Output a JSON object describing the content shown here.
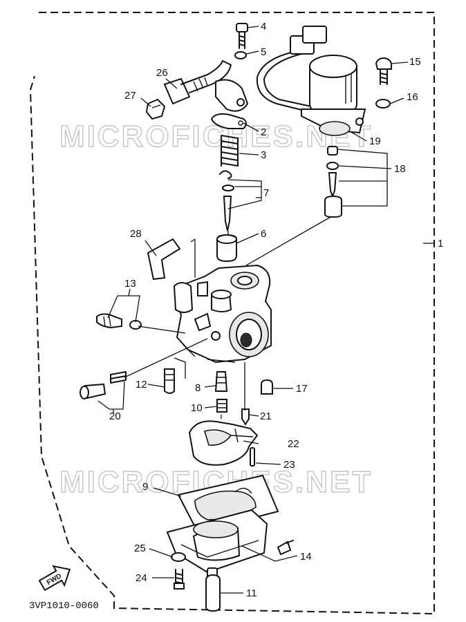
{
  "watermark": {
    "text": "MICROFICHES.NET"
  },
  "diagram_code": "3VP1010-0060",
  "fwd_label": "FWD",
  "callouts": [
    {
      "id": "1",
      "label": "1"
    },
    {
      "id": "2",
      "label": "2"
    },
    {
      "id": "3",
      "label": "3"
    },
    {
      "id": "4",
      "label": "4"
    },
    {
      "id": "5",
      "label": "5"
    },
    {
      "id": "6",
      "label": "6"
    },
    {
      "id": "7",
      "label": "7"
    },
    {
      "id": "8",
      "label": "8"
    },
    {
      "id": "9",
      "label": "9"
    },
    {
      "id": "10",
      "label": "10"
    },
    {
      "id": "11",
      "label": "11"
    },
    {
      "id": "12",
      "label": "12"
    },
    {
      "id": "13",
      "label": "13"
    },
    {
      "id": "14",
      "label": "14"
    },
    {
      "id": "15",
      "label": "15"
    },
    {
      "id": "16",
      "label": "16"
    },
    {
      "id": "17",
      "label": "17"
    },
    {
      "id": "18",
      "label": "18"
    },
    {
      "id": "19",
      "label": "19"
    },
    {
      "id": "20",
      "label": "20"
    },
    {
      "id": "21",
      "label": "21"
    },
    {
      "id": "22",
      "label": "22"
    },
    {
      "id": "23",
      "label": "23"
    },
    {
      "id": "24",
      "label": "24"
    },
    {
      "id": "25",
      "label": "25"
    },
    {
      "id": "26",
      "label": "26"
    },
    {
      "id": "27",
      "label": "27"
    },
    {
      "id": "28",
      "label": "28"
    }
  ]
}
